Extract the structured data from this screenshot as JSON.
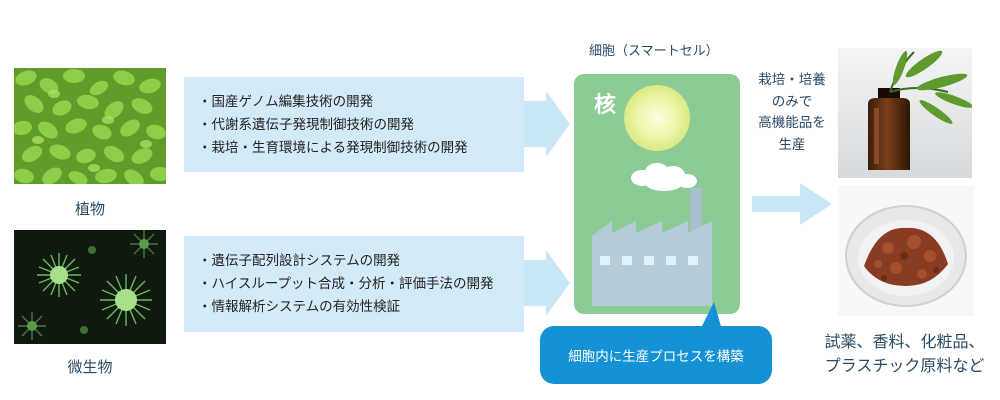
{
  "sources": [
    {
      "label": "植物",
      "image": "plant-leaves-image"
    },
    {
      "label": "微生物",
      "image": "microbe-image"
    }
  ],
  "plant_box": {
    "items": [
      "・国産ゲノム編集技術の開発",
      "・代謝系遺伝子発現制御技術の開発",
      "・栽培・生育環境による発現制御技術の開発"
    ]
  },
  "microbe_box": {
    "items": [
      "・遺伝子配列設計システムの開発",
      "・ハイスループット合成・分析・評価手法の開発",
      "・情報解析システムの有効性検証"
    ]
  },
  "cell": {
    "title": "細胞（スマートセル）",
    "nucleus": "核",
    "bubble": "細胞内に生産プロセスを構築"
  },
  "side_text": [
    "栽培・培養",
    "のみで",
    "高機能品を",
    "生産"
  ],
  "products": [
    "試薬、香料、化粧品、",
    "プラスチック原料など"
  ],
  "colors": {
    "box_fill": "#d3ebf8",
    "arrow_fill": "#c9e6f6",
    "cell_fill": "#8ccb96",
    "bubble_fill": "#1591d5",
    "text_dark_blue": "#2a4a66"
  }
}
